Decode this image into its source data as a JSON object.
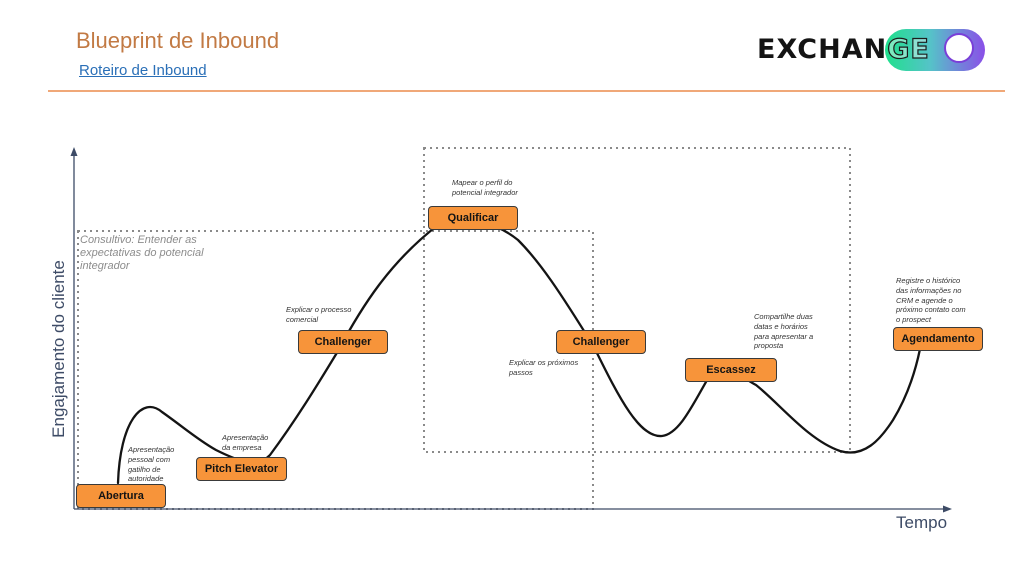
{
  "header": {
    "title": "Blueprint de Inbound",
    "subtitle_link": "Roteiro de Inbound",
    "logo_text_main": "EXCHAN",
    "logo_text_tail": "GE"
  },
  "axes": {
    "y_label": "Engajamento do cliente",
    "x_label": "Tempo"
  },
  "regions": {
    "consultivo_label": "Consultivo: Entender as\nexpectativas do potencial\nintegrador"
  },
  "stages": [
    {
      "id": "abertura",
      "label": "Abertura"
    },
    {
      "id": "pitch",
      "label": "Pitch Elevator"
    },
    {
      "id": "challenger1",
      "label": "Challenger"
    },
    {
      "id": "qualificar",
      "label": "Qualificar"
    },
    {
      "id": "challenger2",
      "label": "Challenger"
    },
    {
      "id": "escassez",
      "label": "Escassez"
    },
    {
      "id": "agendamento",
      "label": "Agendamento"
    }
  ],
  "notes": [
    {
      "id": "apresentacao-pessoal",
      "text": "Apresentação\npessoal com\ngatilho de\nautoridade"
    },
    {
      "id": "apresentacao-empresa",
      "text": "Apresentação\nda empresa"
    },
    {
      "id": "explicar-processo",
      "text": "Explicar o processo\ncomercial"
    },
    {
      "id": "mapear-perfil",
      "text": "Mapear o perfil do\npotencial integrador"
    },
    {
      "id": "explicar-proximos",
      "text": "Explicar os próximos\npassos"
    },
    {
      "id": "compartilhe-datas",
      "text": "Compartilhe duas\ndatas e horários\npara apresentar a\nproposta"
    },
    {
      "id": "registre-historico",
      "text": "Registre o histórico\ndas informações no\nCRM e agende o\npróximo contato com\no prospect"
    }
  ],
  "colors": {
    "accent_orange": "#f7943a",
    "title_orange": "#c27a44",
    "link_blue": "#2a6fb7",
    "axis_navy": "#3d4b66"
  }
}
